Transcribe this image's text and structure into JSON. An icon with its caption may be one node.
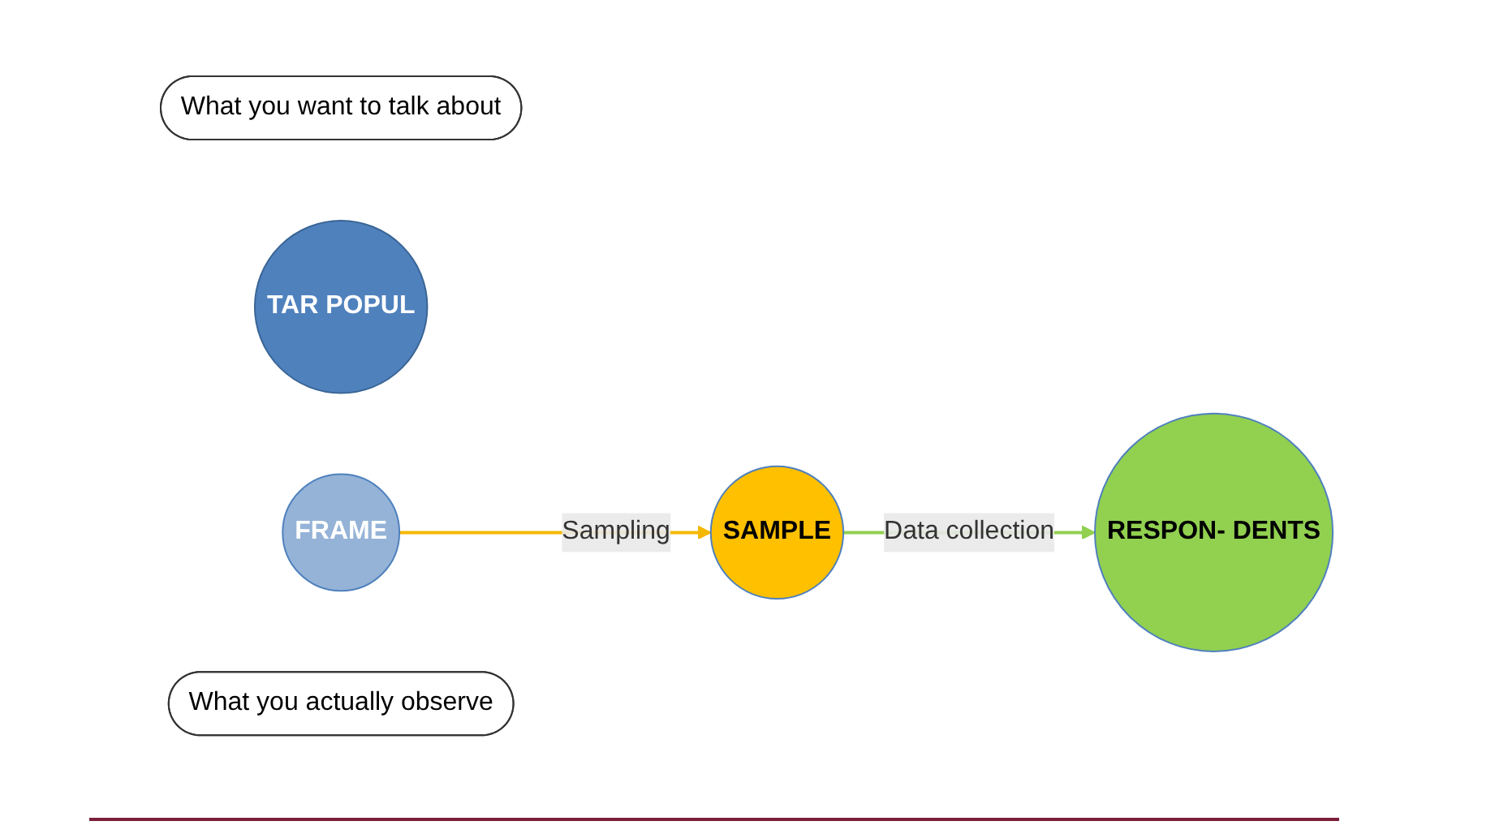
{
  "diagram": {
    "nodes": [
      {
        "text": [
          "What you want to talk about"
        ]
      },
      {
        "text": [
          "TAR POPUL"
        ]
      },
      {
        "text": [
          "FRAME"
        ]
      },
      {
        "text": [
          "SAMPLE"
        ]
      },
      {
        "text": [
          "What you actually observe"
        ]
      },
      {
        "text": [
          "RESPON- DENTS"
        ]
      }
    ],
    "edges": [
      {
        "from": 2,
        "to": 3,
        "arrow": "to",
        "label": "Sampling",
        "color": "#f5b800"
      },
      {
        "from": 3,
        "to": 5,
        "arrow": "to",
        "label": "Data collection",
        "color": "#92d050"
      }
    ]
  }
}
